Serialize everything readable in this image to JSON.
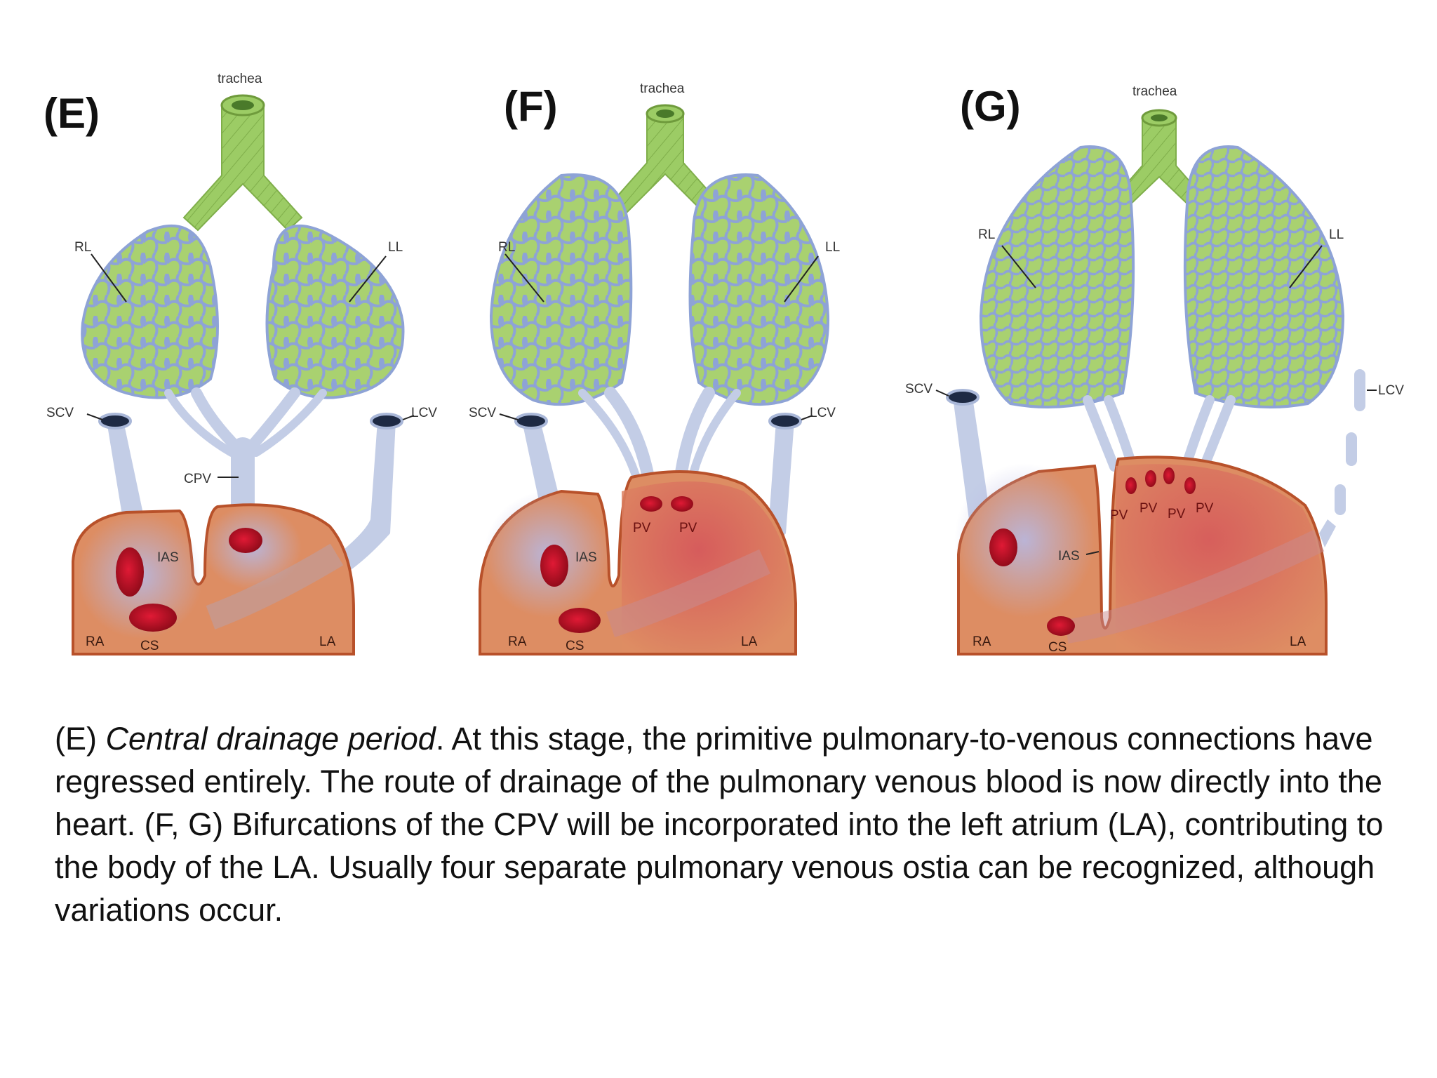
{
  "panels": [
    {
      "letter": "(E)",
      "labels": {
        "trachea": "trachea",
        "rl": "RL",
        "ll": "LL",
        "scv": "SCV",
        "lcv": "LCV",
        "cpv": "CPV",
        "ias": "IAS",
        "ra": "RA",
        "cs": "CS",
        "la": "LA"
      }
    },
    {
      "letter": "(F)",
      "labels": {
        "trachea": "trachea",
        "rl": "RL",
        "ll": "LL",
        "scv": "SCV",
        "lcv": "LCV",
        "pv1": "PV",
        "pv2": "PV",
        "ias": "IAS",
        "ra": "RA",
        "cs": "CS",
        "la": "LA"
      }
    },
    {
      "letter": "(G)",
      "labels": {
        "trachea": "trachea",
        "rl": "RL",
        "ll": "LL",
        "scv": "SCV",
        "lcv": "LCV",
        "pv1": "PV",
        "pv2": "PV",
        "pv3": "PV",
        "pv4": "PV",
        "ias": "IAS",
        "ra": "RA",
        "cs": "CS",
        "la": "LA"
      }
    }
  ],
  "caption": {
    "lead": "(E) ",
    "italic": "Central drainage period",
    "rest": ". At this stage, the primitive pulmonary-to-venous connections have regressed entirely. The route of drainage of the pulmonary venous blood is now directly into the heart. (F, G) Bifurcations of the CPV will be incorporated into the left atrium (LA), contributing to the body of the LA. Usually four separate pulmonary venous ostia can be recognized, although variations occur."
  },
  "colors": {
    "lung_fill": "#a6cf6e",
    "lung_vessels": "#8aa0d0",
    "trachea": "#9ccc65",
    "vein": "#c3cde6",
    "atrium": "#de8d63",
    "left_atrium_red": "#cf5a5a",
    "ostium": "#b0152a"
  }
}
